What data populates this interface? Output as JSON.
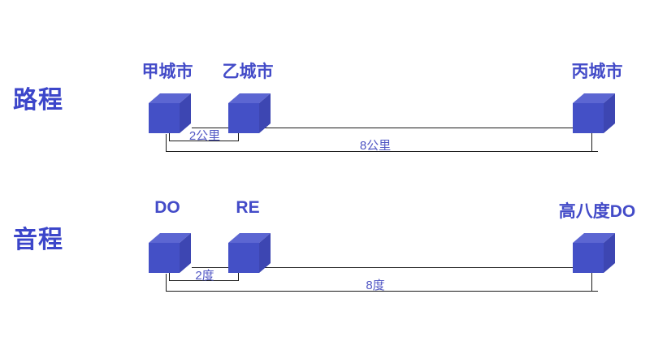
{
  "page": {
    "background": "#ffffff"
  },
  "colors": {
    "title_text": "#3c46ca",
    "label_text": "#434bc8",
    "measure_text": "#5056c4",
    "line": "#1a1a1a",
    "cube_top": "#5c66d2",
    "cube_front": "#4450c6",
    "cube_right": "#3d46b2"
  },
  "rows": [
    {
      "title": "路程",
      "items": [
        {
          "label": "甲城市"
        },
        {
          "label": "乙城市"
        },
        {
          "label": "丙城市"
        }
      ],
      "near_measure": "2公里",
      "far_measure": "8公里"
    },
    {
      "title": "音程",
      "items": [
        {
          "label": "DO"
        },
        {
          "label": "RE"
        },
        {
          "label": "高八度DO"
        }
      ],
      "near_measure": "2度",
      "far_measure": "8度"
    }
  ]
}
